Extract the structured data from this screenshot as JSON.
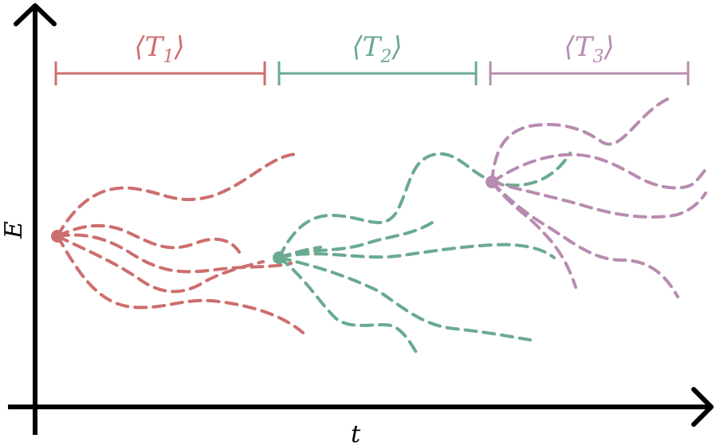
{
  "axes": {
    "x_label": "t",
    "y_label": "E"
  },
  "intervals": [
    {
      "label_base": "T",
      "label_sub": "1",
      "color": "#cd6e6e"
    },
    {
      "label_base": "T",
      "label_sub": "2",
      "color": "#6aaa90"
    },
    {
      "label_base": "T",
      "label_sub": "3",
      "color": "#b78cb1"
    }
  ],
  "colors": {
    "axis": "#000000",
    "red": "#cd6e6e",
    "green": "#6aaa90",
    "purple": "#b78cb1"
  }
}
